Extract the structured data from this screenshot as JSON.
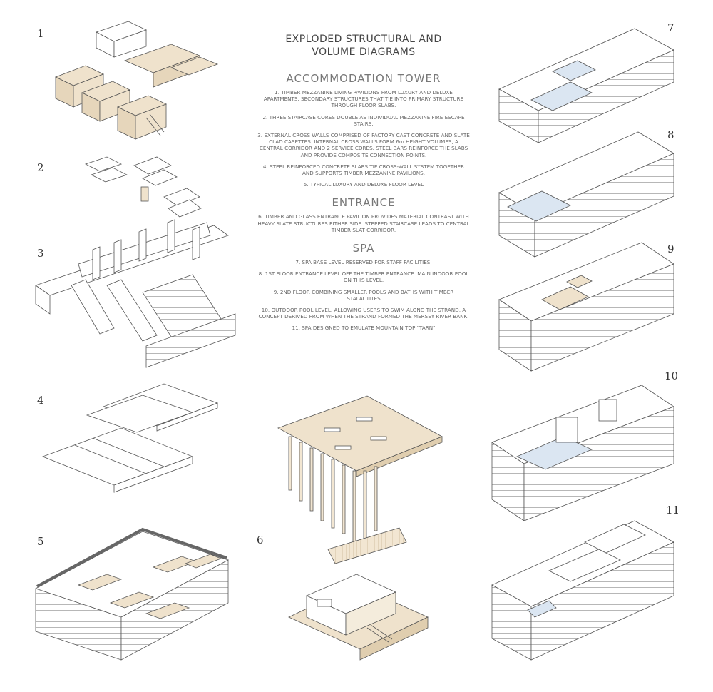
{
  "title_lines": [
    "EXPLODED STRUCTURAL AND",
    "VOLUME DIAGRAMS"
  ],
  "sections": [
    {
      "title": "ACCOMMODATION TOWER",
      "notes": [
        "1. TIMBER MEZZANINE LIVING PAVILIONS FROM LUXURY AND DELUXE APARTMENTS. SECONDARY STRUCTURES THAT TIE INTO PRIMARY STRUCTURE THROUGH FLOOR SLABS.",
        "2. THREE STAIRCASE CORES DOUBLE AS INDIVIDUAL MEZZANINE FIRE ESCAPE STAIRS.",
        "3. EXTERNAL CROSS WALLS COMPRISED OF FACTORY CAST CONCRETE AND SLATE CLAD CASETTES. INTERNAL CROSS WALLS FORM 6m HEIGHT VOLUMES, A CENTRAL CORRIDOR AND 2 SERVICE CORES. STEEL BARS REINFORCE THE SLABS AND PROVIDE COMPOSITE CONNECTION POINTS.",
        "4. STEEL REINFORCED CONCRETE SLABS TIE CROSS-WALL SYSTEM TOGETHER AND SUPPORTS TIMBER MEZZANINE PAVILIONS.",
        "5. TYPICAL LUXURY AND DELUXE FLOOR LEVEL"
      ]
    },
    {
      "title": "ENTRANCE",
      "notes": [
        "6. TIMBER AND GLASS ENTRANCE PAVILION PROVIDES MATERIAL CONTRAST WITH HEAVY SLATE STRUCTURES EITHER SIDE. STEPPED STAIRCASE LEADS TO CENTRAL TIMBER SLAT CORRIDOR."
      ]
    },
    {
      "title": "SPA",
      "notes": [
        "7. SPA BASE LEVEL RESERVED FOR STAFF FACILITIES.",
        "8. 1ST FLOOR ENTRANCE LEVEL OFF THE TIMBER ENTRANCE. MAIN INDOOR POOL ON THIS LEVEL.",
        "9. 2ND FLOOR COMBINING SMALLER POOLS AND BATHS WITH TIMBER STALACTITES",
        "10. OUTDOOR POOL LEVEL. ALLOWING USERS TO SWIM ALONG THE STRAND, A CONCEPT DERIVED FROM WHEN THE STRAND FORMED THE MERSEY RIVER BANK.",
        "11. SPA DESIGNED TO EMULATE MOUNTAIN TOP \"TARN\""
      ]
    }
  ],
  "diagram_numbers": [
    "1",
    "2",
    "3",
    "4",
    "5",
    "6",
    "7",
    "8",
    "9",
    "10",
    "11"
  ],
  "colors": {
    "timber": "#efe2cc",
    "glass": "#dbe6f2",
    "wall": "#ffffff",
    "line": "#555555",
    "dark": "#666666"
  }
}
